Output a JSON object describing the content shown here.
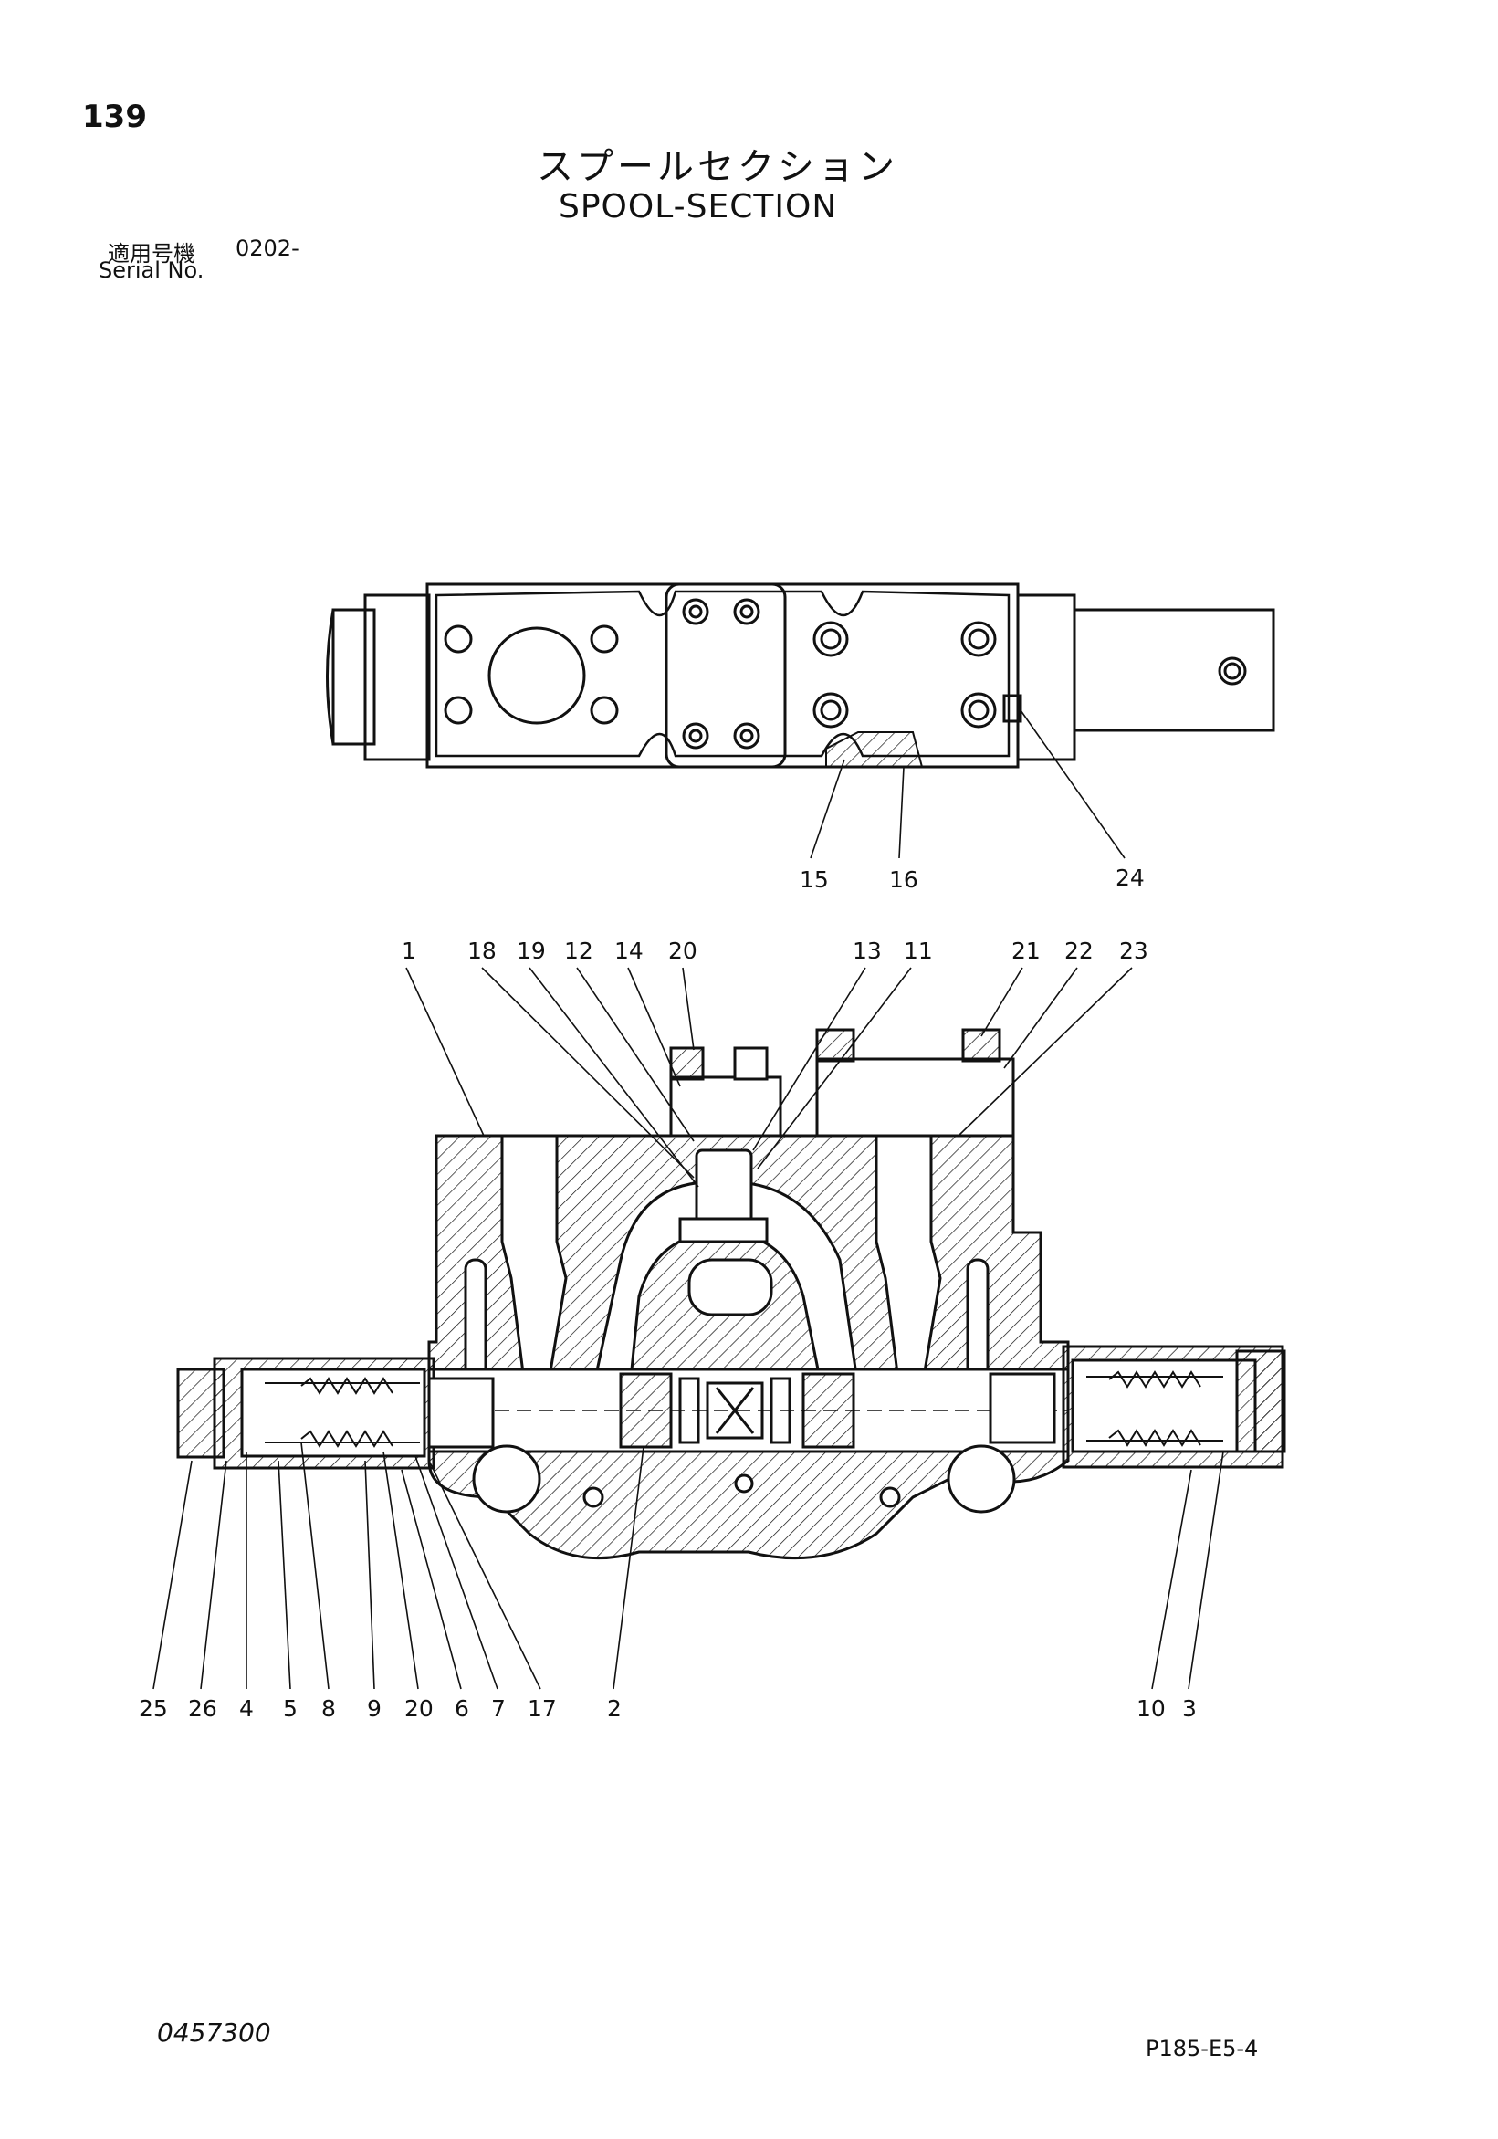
{
  "header": {
    "page_number": "139",
    "title_jp": "スプールセクション",
    "title_en": "SPOOL-SECTION",
    "serial_jp_label": "適用号機",
    "serial_range": "0202-",
    "serial_en_label": "Serial No."
  },
  "footer": {
    "doc_number": "0457300",
    "page_code": "P185-E5-4"
  },
  "callouts": {
    "c15": "15",
    "c16": "16",
    "c24": "24",
    "c1": "1",
    "c18": "18",
    "c19": "19",
    "c12": "12",
    "c14": "14",
    "c20_top": "20",
    "c13": "13",
    "c11": "11",
    "c21": "21",
    "c22": "22",
    "c23": "23",
    "c25": "25",
    "c26": "26",
    "c4": "4",
    "c5": "5",
    "c8": "8",
    "c9": "9",
    "c20_bottom": "20",
    "c6": "6",
    "c7": "7",
    "c17": "17",
    "c2": "2",
    "c10": "10",
    "c3": "3"
  },
  "colors": {
    "ink": "#111111",
    "paper": "#ffffff"
  }
}
